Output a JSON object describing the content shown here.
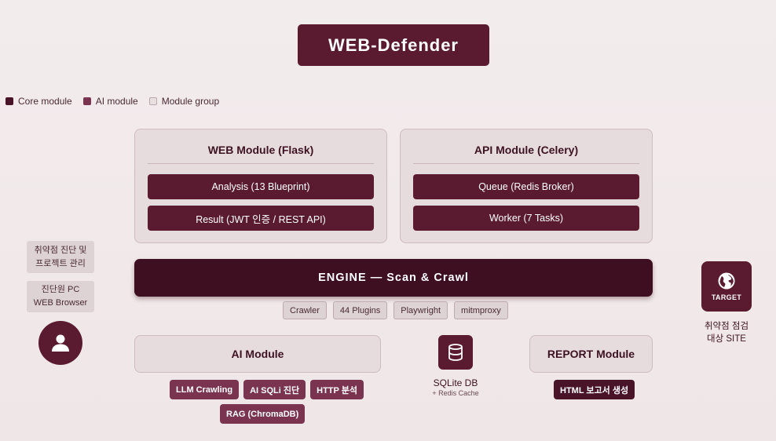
{
  "title": "WEB-Defender",
  "legend": {
    "core": "Core module",
    "ai": "AI module",
    "group": "Module group"
  },
  "web_module": {
    "title": "WEB Module (Flask)",
    "items": [
      "Analysis (13 Blueprint)",
      "Result (JWT 인증 / REST API)"
    ]
  },
  "api_module": {
    "title": "API Module (Celery)",
    "items": [
      "Queue (Redis Broker)",
      "Worker (7 Tasks)"
    ]
  },
  "engine": {
    "title": "ENGINE — Scan & Crawl",
    "tags": [
      "Crawler",
      "44 Plugins",
      "Playwright",
      "mitmproxy"
    ]
  },
  "ai_module": {
    "title": "AI Module",
    "chips": [
      "LLM Crawling",
      "AI SQLi 진단",
      "HTTP 분석",
      "RAG (ChromaDB)"
    ]
  },
  "db": {
    "icon": "database-icon",
    "label": "SQLite DB",
    "sub": "+ Redis Cache"
  },
  "report_module": {
    "title": "REPORT Module",
    "chips": [
      "HTML 보고서 생성"
    ]
  },
  "left": {
    "box1_line1": "취약점 진단 및",
    "box1_line2": "프로젝트 관리",
    "box2_line1": "진단원 PC",
    "box2_line2": "WEB Browser",
    "icon": "user-icon"
  },
  "target": {
    "icon": "globe-icon",
    "label": "TARGET",
    "caption_line1": "취약점 점검",
    "caption_line2": "대상 SITE"
  },
  "colors": {
    "core": "#4a1428",
    "ai": "#7a3450",
    "group": "#e6dcdd",
    "background": "#f1e9ea"
  }
}
